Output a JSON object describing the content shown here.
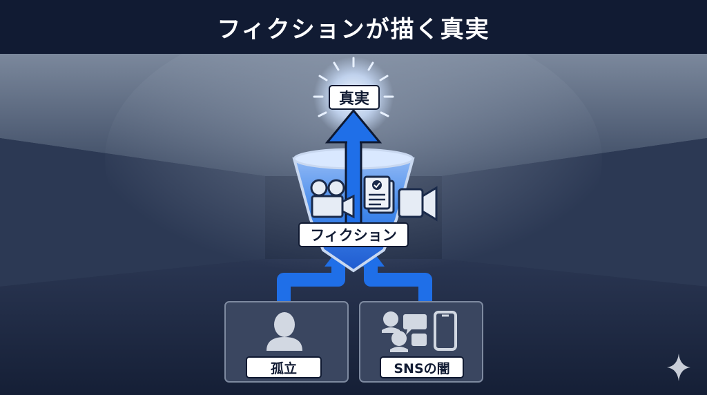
{
  "header": {
    "title": "フィクションが描く真実"
  },
  "nodes": {
    "truth": {
      "label": "真実"
    },
    "fiction": {
      "label": "フィクション"
    },
    "isolation": {
      "label": "孤立"
    },
    "sns": {
      "label": "SNSの闇"
    }
  },
  "colors": {
    "header_bg": "#111b33",
    "arrow": "#1f6fe8",
    "box_bg": "#3a4660",
    "label_bg": "#ffffff",
    "glow": "#eaf3ff"
  },
  "icons": [
    "sparkle-icon",
    "light-bulb-icon",
    "video-camera-icon",
    "certificate-document-icon",
    "movie-camera-icon",
    "person-icon",
    "chat-users-icon",
    "smartphone-icon"
  ]
}
